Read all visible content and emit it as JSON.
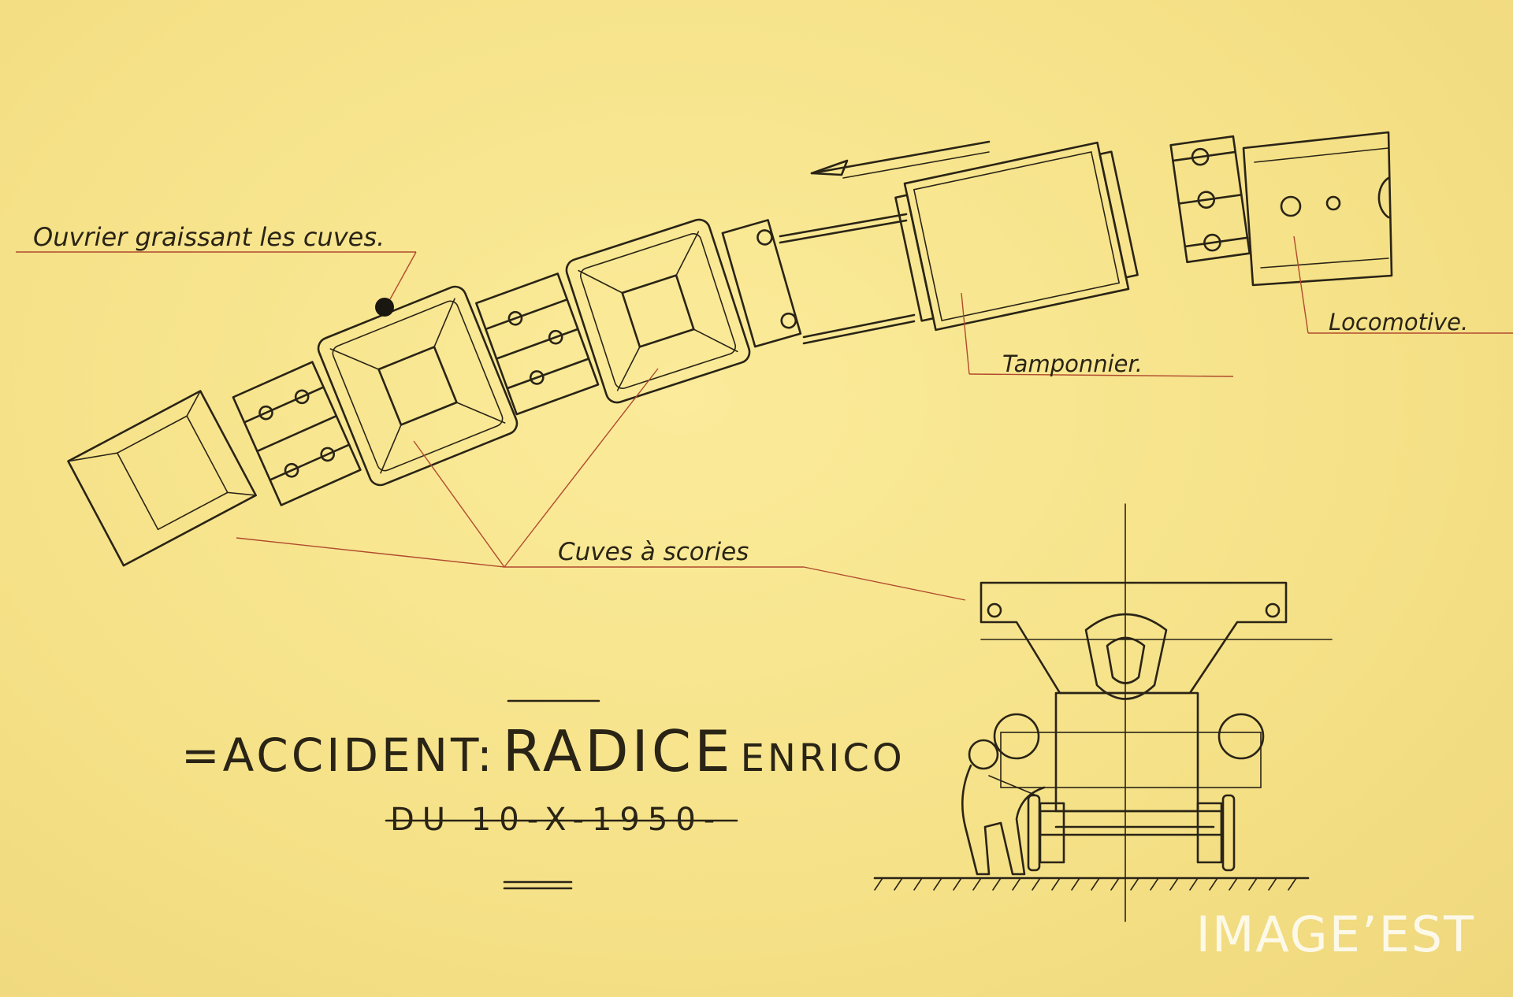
{
  "labels": {
    "ouvrier": "Ouvrier graissant les cuves.",
    "locomotive": "Locomotive.",
    "tamponnier": "Tamponnier.",
    "cuves": "Cuves à scories"
  },
  "title": {
    "line1_prefix": "=ACCIDENT:",
    "line1_name": "RADICE",
    "line1_first": "ENRICO",
    "line2": "DU 10-X-1950-"
  },
  "watermark": "IMAGE’EST",
  "colors": {
    "paper": "#f6e38c",
    "ink": "#2a2416",
    "leader": "#b04a2e"
  }
}
